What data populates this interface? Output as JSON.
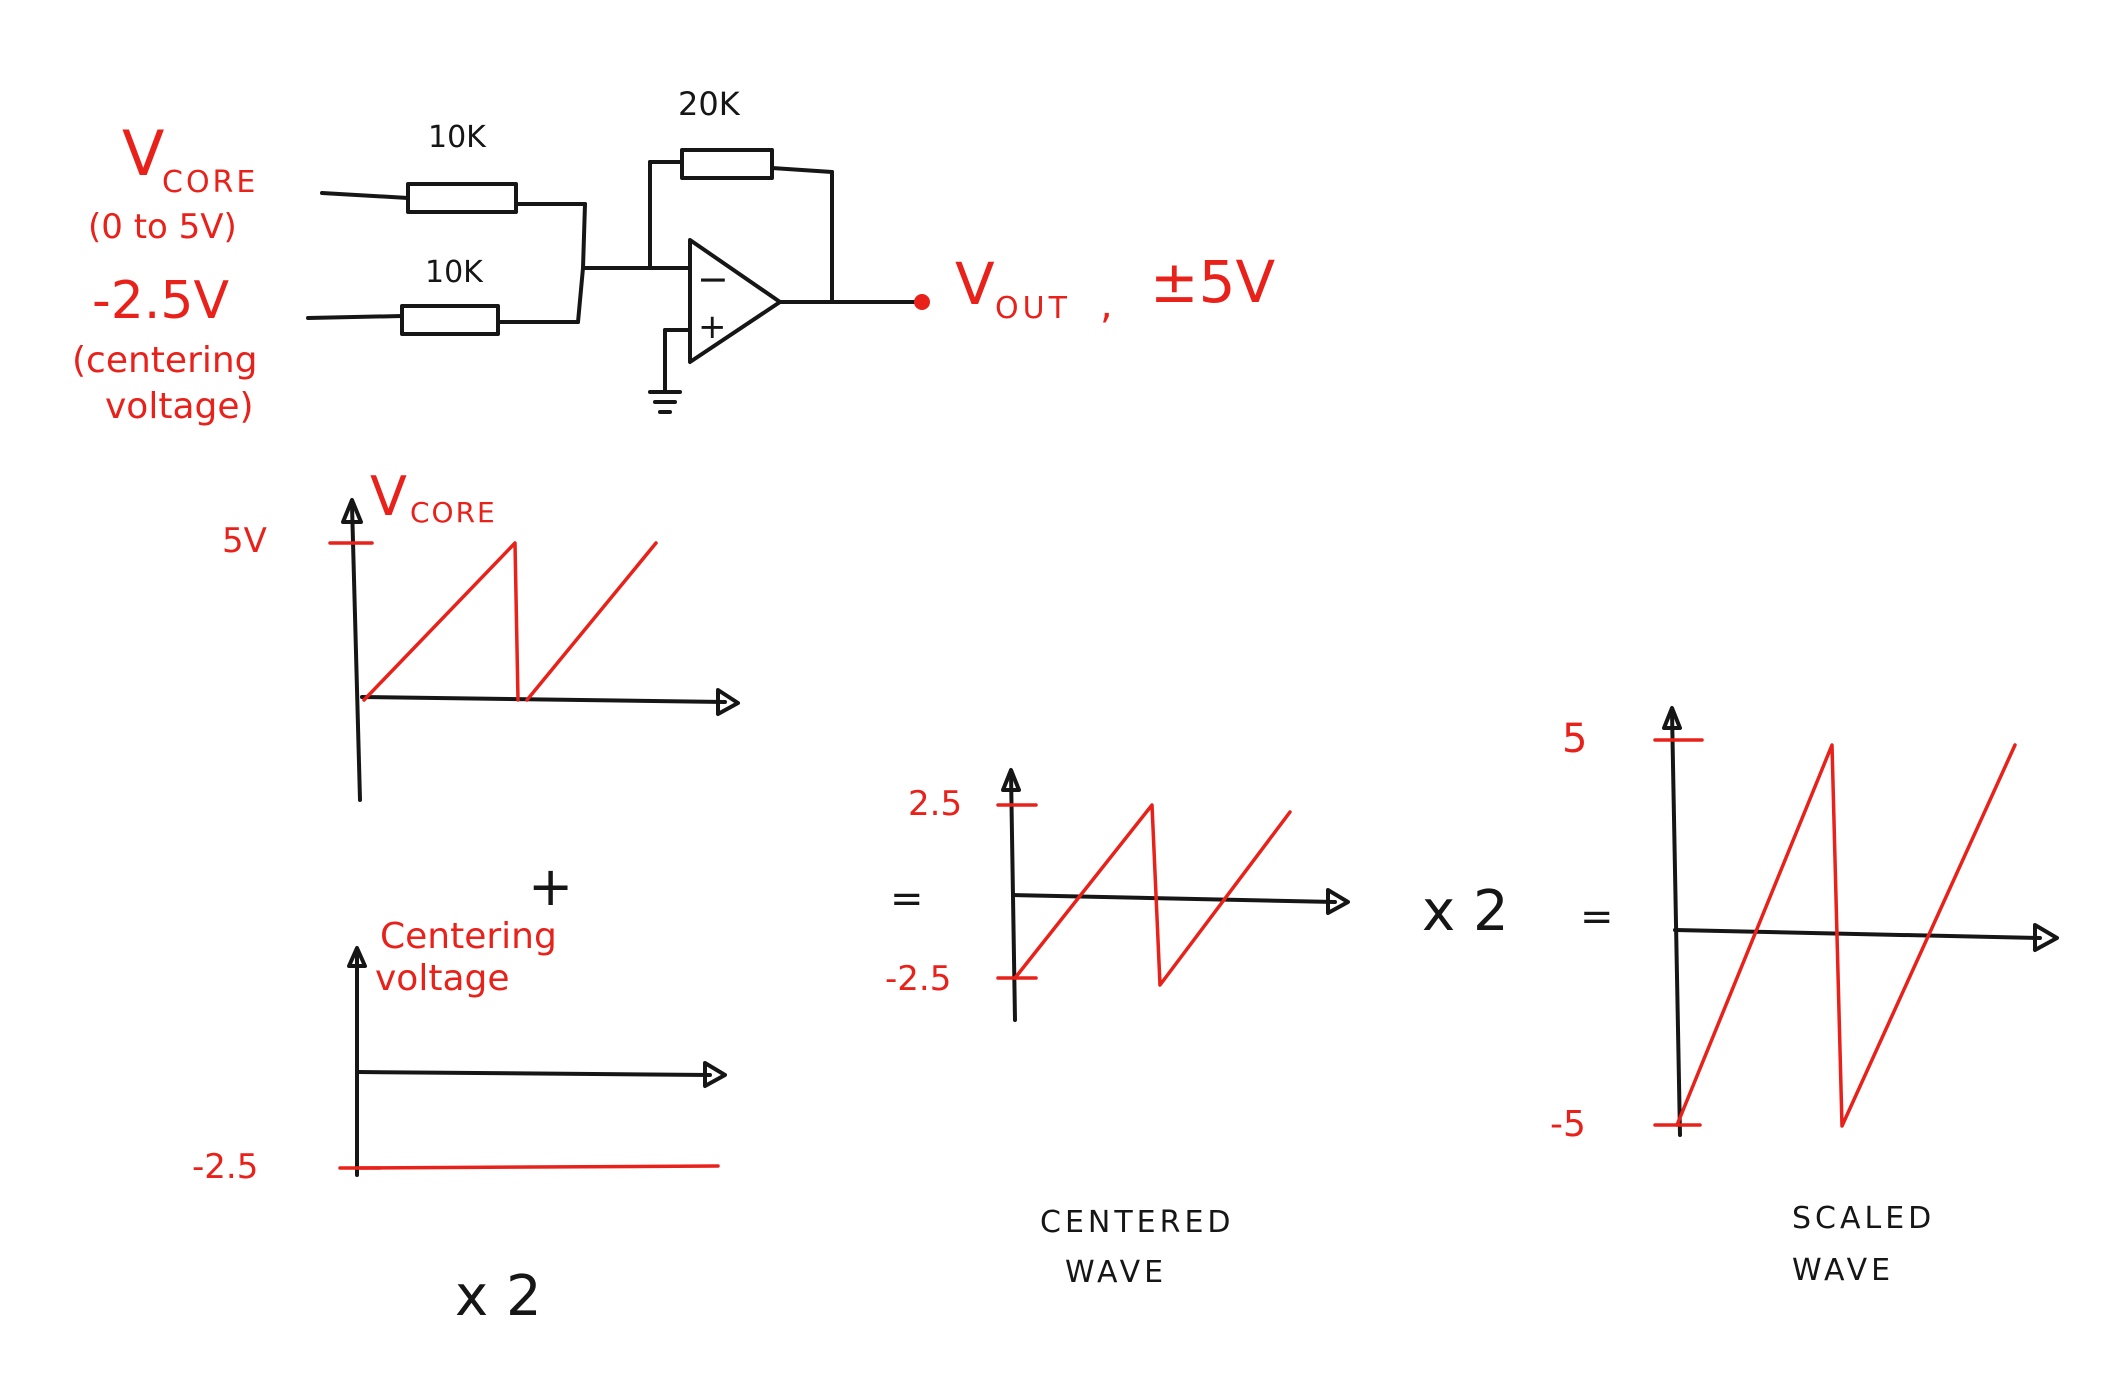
{
  "circuit": {
    "vcore_label": "V",
    "vcore_sub": "CORE",
    "vcore_range": "(0 to 5V)",
    "centering_value": "-2.5V",
    "centering_label_1": "(centering",
    "centering_label_2": "voltage)",
    "r1_label": "10K",
    "r2_label": "10K",
    "rf_label": "20K",
    "opamp_minus": "−",
    "opamp_plus": "+",
    "vout_label": "V",
    "vout_sub": "OUT",
    "vout_sep": ",",
    "vout_range": "±5V"
  },
  "graphs": {
    "vcore": {
      "title": "V",
      "title_sub": "CORE",
      "ytick": "5V"
    },
    "plus": "+",
    "centering": {
      "title_1": "Centering",
      "title_2": "voltage",
      "ytick": "-2.5"
    },
    "times_2_a": "x 2",
    "equals_1": "=",
    "centered": {
      "ytick_top": "2.5",
      "ytick_bottom": "-2.5",
      "caption_1": "CENTERED",
      "caption_2": "WAVE"
    },
    "times_2_b": "x 2",
    "equals_2": "=",
    "scaled": {
      "ytick_top": "5",
      "ytick_bottom": "-5",
      "caption_1": "SCALED",
      "caption_2": "WAVE"
    }
  },
  "colors": {
    "ink": "#161616",
    "signal": "#e8221a",
    "background": "#ffffff"
  }
}
